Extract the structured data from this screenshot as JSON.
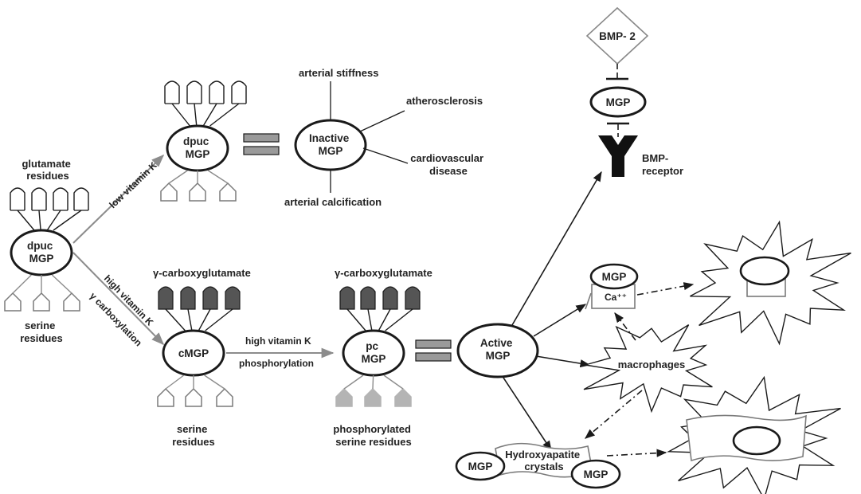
{
  "colors": {
    "line": "#1a1a1a",
    "grey_arrow": "#8c8c8c",
    "dark_fill": "#555555",
    "light_fill": "#b4b4b4",
    "equals_fill": "#9a9a9a"
  },
  "labels": {
    "glutamate": [
      "glutamate",
      "residues"
    ],
    "serine_left": [
      "serine",
      "residues"
    ],
    "serine_mid": [
      "serine",
      "residues"
    ],
    "phospho_serine": [
      "phosphorylated",
      "serine residues"
    ],
    "gamma_carboxy_mid": "γ-carboxyglutamate",
    "gamma_carboxy_right": "γ-carboxyglutamate",
    "low_vitamin_k": "low vitamin K",
    "high_vitamin_k_diag": "high vitamin K",
    "gamma_carboxylation": "γ carboxylation",
    "high_vitamin_k": "high vitamin K",
    "phosphorylation": "phosphorylation",
    "arterial_stiffness": "arterial stiffness",
    "atherosclerosis": "atherosclerosis",
    "cardiovascular_disease": [
      "cardiovascular",
      "disease"
    ],
    "arterial_calcification": "arterial calcification",
    "bmp_receptor": [
      "BMP-",
      "receptor"
    ],
    "macrophages": "macrophages",
    "calcium": "Ca⁺⁺",
    "hydroxyapatite": [
      "Hydroxyapatite",
      "crystals"
    ]
  },
  "nodes": {
    "dpuc_left": [
      "dpuc",
      "MGP"
    ],
    "dpuc_top": [
      "dpuc",
      "MGP"
    ],
    "inactive": [
      "Inactive",
      "MGP"
    ],
    "cmgp": [
      "cMGP"
    ],
    "pc_mgp": [
      "pc",
      "MGP"
    ],
    "active": [
      "Active",
      "MGP"
    ],
    "bmp2": [
      "BMP- 2"
    ],
    "mgp_top": [
      "MGP"
    ],
    "mgp_ca": [
      "MGP"
    ],
    "mgp_hyd_left": [
      "MGP"
    ],
    "mgp_hyd_right": [
      "MGP"
    ]
  }
}
